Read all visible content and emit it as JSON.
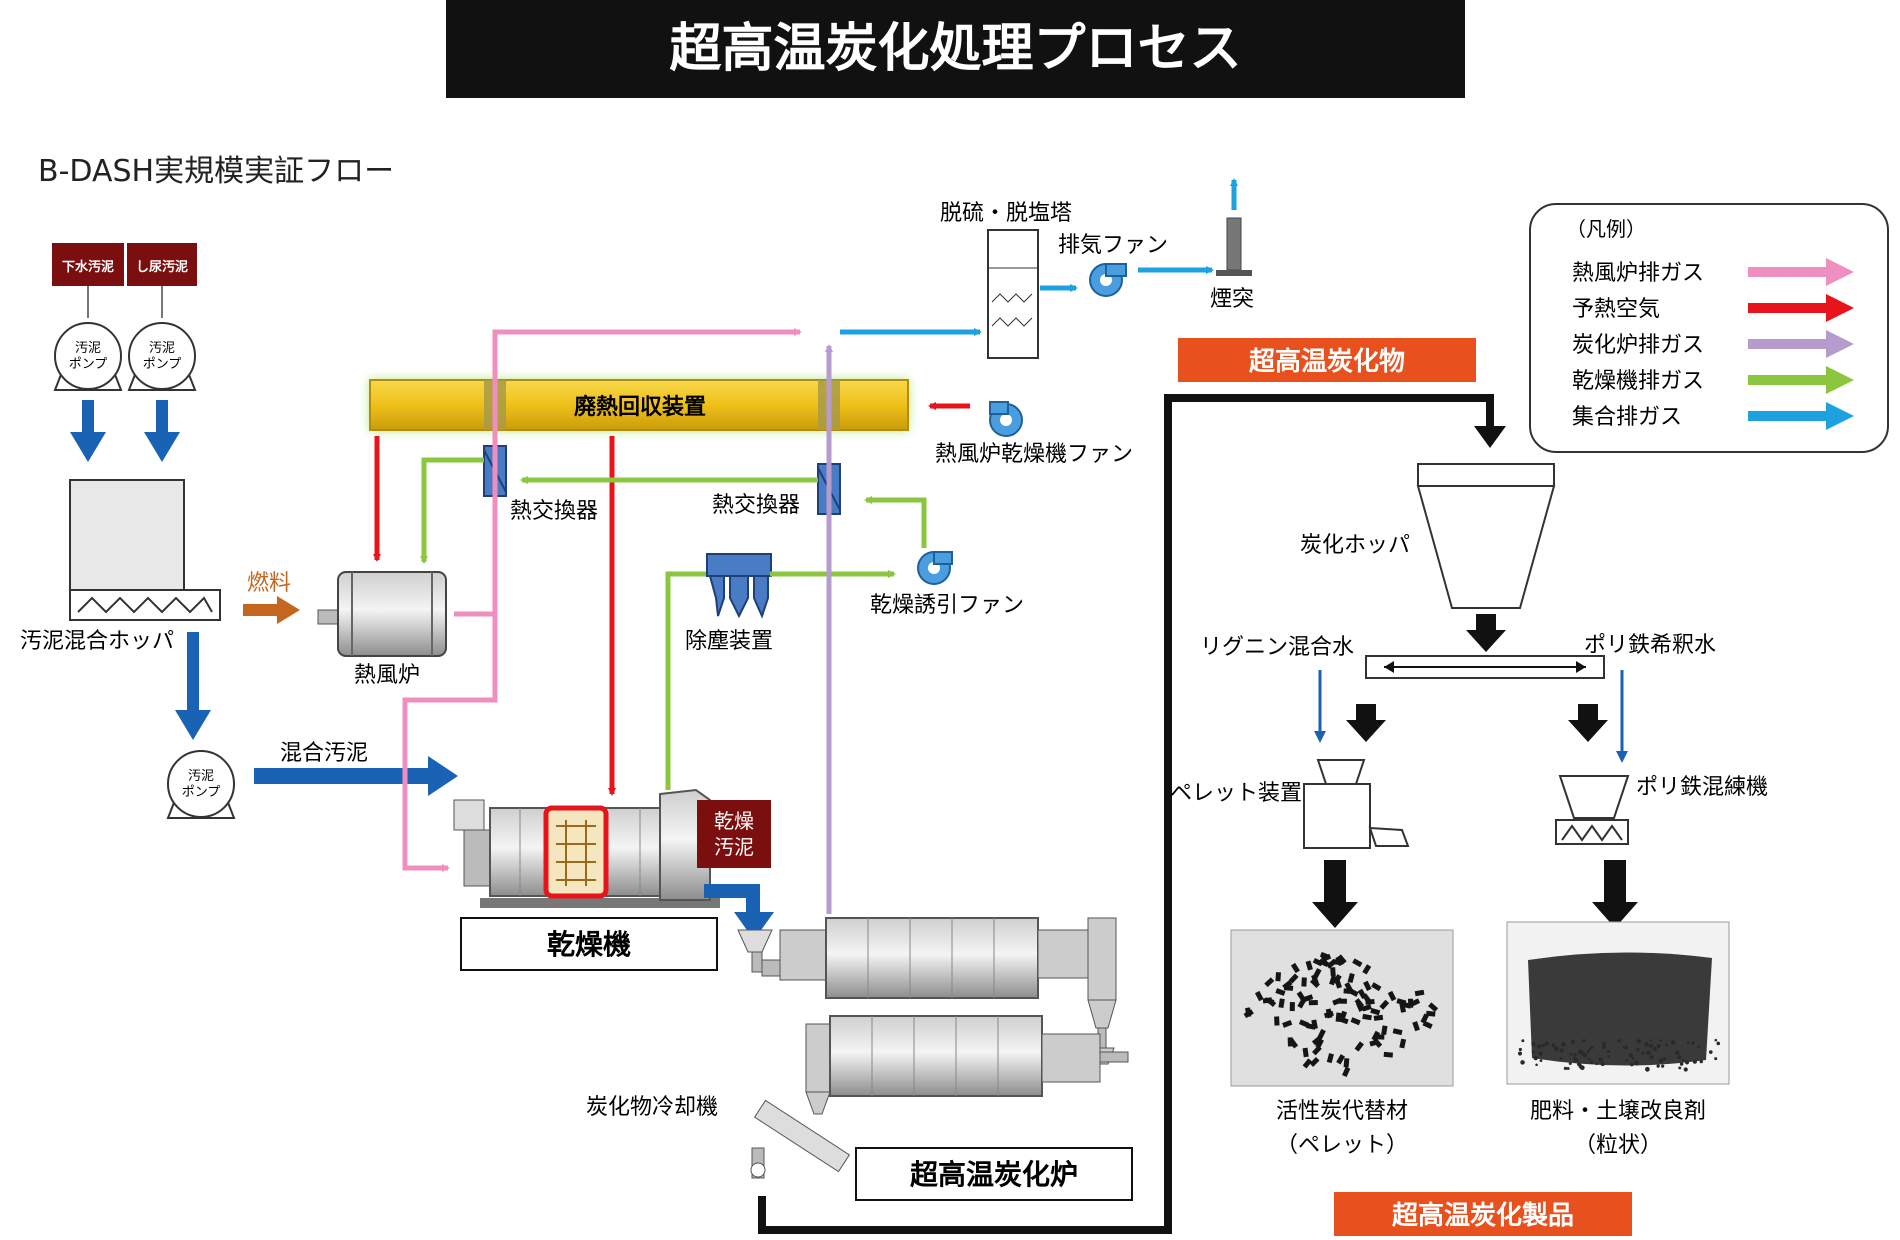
{
  "title": "超高温炭化処理プロセス",
  "subtitle": "B-DASH実規模実証フロー",
  "colors": {
    "hot_air_exhaust": "#ef8fbf",
    "preheated_air": "#e8141b",
    "carbonizer_exhaust": "#b59ccc",
    "dryer_exhaust": "#8cc63f",
    "combined_exhaust": "#1da1e0",
    "sludge_flow": "#1a62b3",
    "fuel": "#c4661f",
    "dark_red": "#7b0f10",
    "orange_label": "#e8501d",
    "waste_heat_bar": "#f0c41b"
  },
  "sources": {
    "sewage_sludge": "下水汚泥",
    "night_soil_sludge": "し尿汚泥"
  },
  "labels": {
    "pump": [
      "汚泥",
      "ポンプ"
    ],
    "mixing_hopper": "汚泥混合ホッパ",
    "fuel": "燃料",
    "hot_air_furnace": "熱風炉",
    "mixed_sludge": "混合汚泥",
    "dryer": "乾燥機",
    "dried_sludge": [
      "乾燥",
      "汚泥"
    ],
    "waste_heat_recovery": "廃熱回収装置",
    "heat_exchanger": "熱交換器",
    "heat_exchanger_2": "熱交換器",
    "dust_collector": "除塵装置",
    "dryer_induced_fan": "乾燥誘引ファン",
    "furnace_dryer_fan": "熱風炉乾燥機ファン",
    "desulfurization_tower": "脱硫・脱塩塔",
    "exhaust_fan": "排気ファン",
    "chimney": "煙突",
    "char_cooler": "炭化物冷却機",
    "carbonizer": "超高温炭化炉",
    "char_product": "超高温炭化物",
    "char_hopper": "炭化ホッパ",
    "lignin_water": "リグニン混合水",
    "polyferric_water": "ポリ鉄希釈水",
    "pellet_machine": "ペレット装置",
    "polyferric_kneader": "ポリ鉄混練機",
    "activated_carbon": [
      "活性炭代替材",
      "（ペレット）"
    ],
    "fertilizer": [
      "肥料・土壌改良剤",
      "（粒状）"
    ],
    "final_products": "超高温炭化製品"
  },
  "legend": {
    "title": "（凡例）",
    "items": [
      {
        "label": "熱風炉排ガス",
        "color": "#ef8fbf"
      },
      {
        "label": "予熱空気",
        "color": "#e8141b"
      },
      {
        "label": "炭化炉排ガス",
        "color": "#b59ccc"
      },
      {
        "label": "乾燥機排ガス",
        "color": "#8cc63f"
      },
      {
        "label": "集合排ガス",
        "color": "#1da1e0"
      }
    ]
  }
}
